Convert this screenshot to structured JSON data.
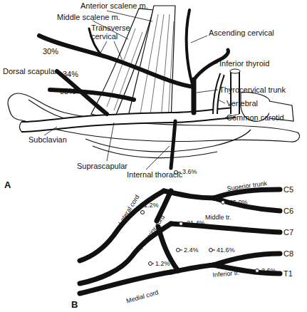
{
  "diagram": {
    "labels": [
      "Anterior scalene m.",
      "Middle scalene m.",
      "Transverse cervical",
      "Ascending cervical",
      "Inferior thyroid",
      "30%",
      "Dorsal scapular",
      "34%",
      "33%",
      "Thyrocervical trunk",
      "Vertebral",
      "Common carotid",
      "Subclavian",
      "Suprascapular",
      "Internal thoracic",
      "A",
      "3.6%",
      "C5",
      "Superior trunk",
      "C6",
      "25.0%",
      "C7",
      "21.4%",
      "1.2%",
      "Lateral cord",
      "Middle tr.",
      "Posterior cord",
      "2.4%",
      "41.6%",
      "C8",
      "1.2%",
      "Inferior tr.",
      "3.6%",
      "T1",
      "Medial cord",
      "B"
    ]
  }
}
